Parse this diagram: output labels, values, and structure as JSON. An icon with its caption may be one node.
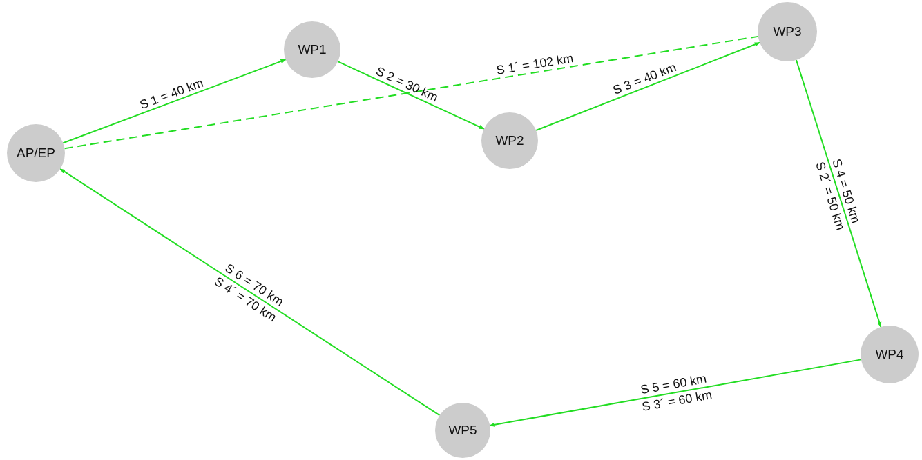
{
  "diagram": {
    "nodes": [
      {
        "text": [
          "AP/EP"
        ]
      },
      {
        "text": [
          "WP1"
        ]
      },
      {
        "text": [
          "WP2"
        ]
      },
      {
        "text": [
          "WP3"
        ]
      },
      {
        "text": [
          "WP4"
        ]
      },
      {
        "text": [
          "WP5"
        ]
      }
    ],
    "edges": [
      {
        "from": 0,
        "to": 1,
        "arrow": "to",
        "label": "S 1 = 40 km"
      },
      {
        "from": 1,
        "to": 2,
        "arrow": "to",
        "label": "S 2 = 30 km"
      },
      {
        "from": 2,
        "to": 3,
        "arrow": "to",
        "label": "S 3 = 40 km"
      },
      {
        "from": 0,
        "to": 3,
        "arrow": "none",
        "label": "S 1´ = 102 km",
        "style": "dashed"
      },
      {
        "from": 3,
        "to": 4,
        "arrow": "to",
        "label": "S 4 = 50 km"
      },
      {
        "from": 4,
        "to": 5,
        "arrow": "to",
        "label": "S 5 = 60 km"
      },
      {
        "from": 5,
        "to": 0,
        "arrow": "to",
        "label": "S 6 = 70 km"
      }
    ],
    "labels": [
      "S 2´ = 50 km",
      "S 3´ = 60 km",
      "S 4´ = 70 km"
    ]
  }
}
